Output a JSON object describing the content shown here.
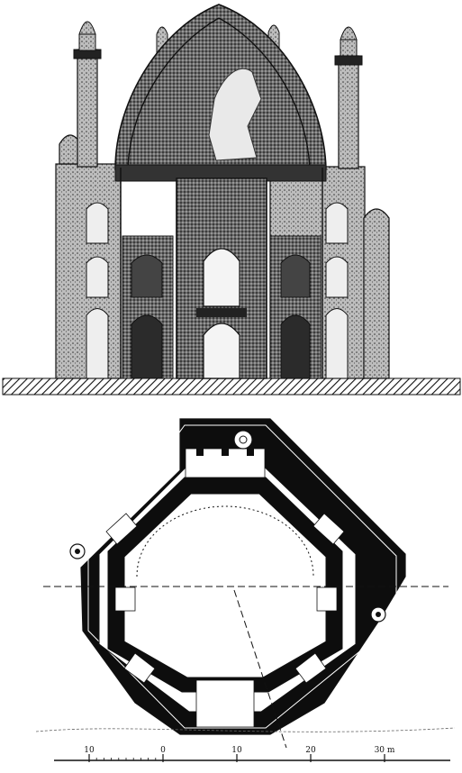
{
  "figure": {
    "scale_bar": {
      "ticks": [
        {
          "value": -10,
          "label": "10"
        },
        {
          "value": 0,
          "label": "0"
        },
        {
          "value": 10,
          "label": "10"
        },
        {
          "value": 20,
          "label": "20"
        },
        {
          "value": 30,
          "label": "30 m"
        }
      ],
      "minor_step": 1
    },
    "colors": {
      "ink": "#111111",
      "wall": "#0d0d0d",
      "paper": "#ffffff",
      "shade": "#2a2a2a"
    }
  }
}
